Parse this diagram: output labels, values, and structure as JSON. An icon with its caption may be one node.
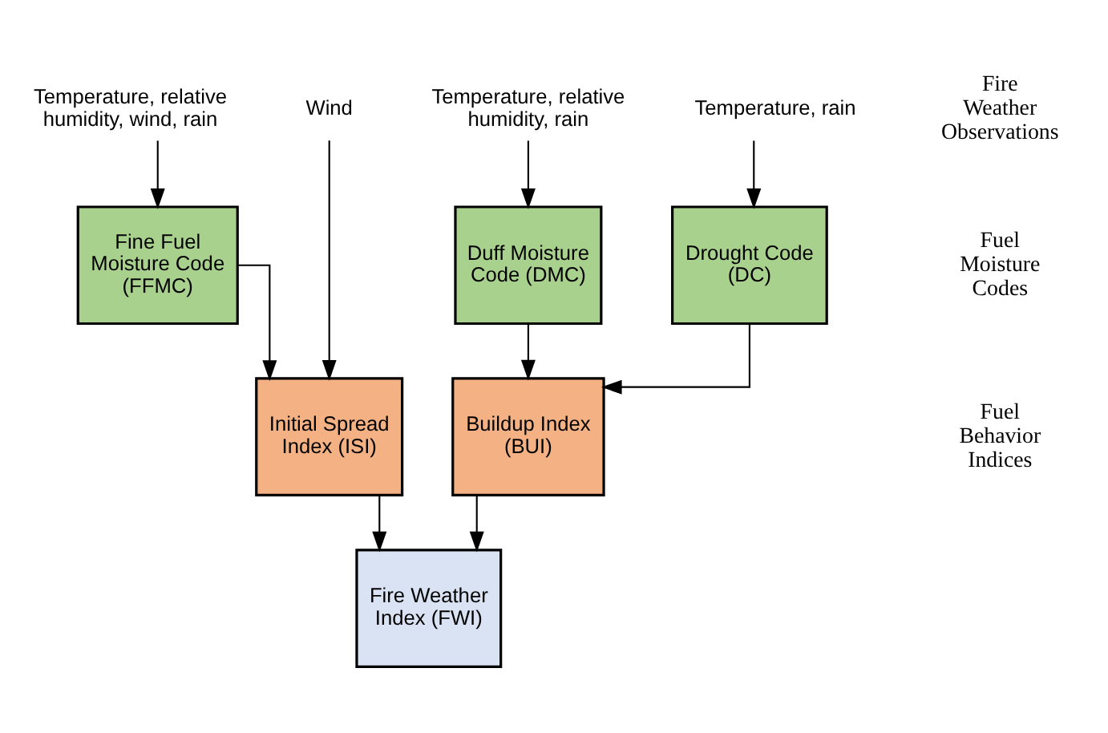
{
  "diagram": {
    "nodes": [
      {
        "text": [
          "Temperature, relative humidity, wind, rain"
        ]
      },
      {
        "text": [
          "Wind"
        ]
      },
      {
        "text": [
          "Temperature, relative humidity, rain"
        ]
      },
      {
        "text": [
          "Temperature, rain"
        ]
      },
      {
        "text": [
          "Fine Fuel Moisture Code (FFMC)"
        ]
      },
      {
        "text": [
          "Duff Moisture Code (DMC)"
        ]
      },
      {
        "text": [
          "Drought Code (DC)"
        ]
      },
      {
        "text": [
          "Initial Spread Index (ISI)"
        ]
      },
      {
        "text": [
          "Buildup Index (BUI)"
        ]
      },
      {
        "text": [
          "Fire Weather Index (FWI)"
        ]
      }
    ],
    "edges": [
      {
        "from": 0,
        "to": 4,
        "arrow": "to"
      },
      {
        "from": 1,
        "to": 7,
        "arrow": "to"
      },
      {
        "from": 2,
        "to": 5,
        "arrow": "to"
      },
      {
        "from": 3,
        "to": 6,
        "arrow": "to"
      },
      {
        "from": 4,
        "to": 7,
        "arrow": "to"
      },
      {
        "from": 5,
        "to": 8,
        "arrow": "to"
      },
      {
        "from": 6,
        "to": 8,
        "arrow": "to"
      },
      {
        "from": 7,
        "to": 9,
        "arrow": "to"
      },
      {
        "from": 8,
        "to": 9,
        "arrow": "to"
      }
    ],
    "labels": [
      "Fire Weather Observations",
      "Fuel Moisture Codes",
      "Fuel Behavior Indices"
    ]
  }
}
